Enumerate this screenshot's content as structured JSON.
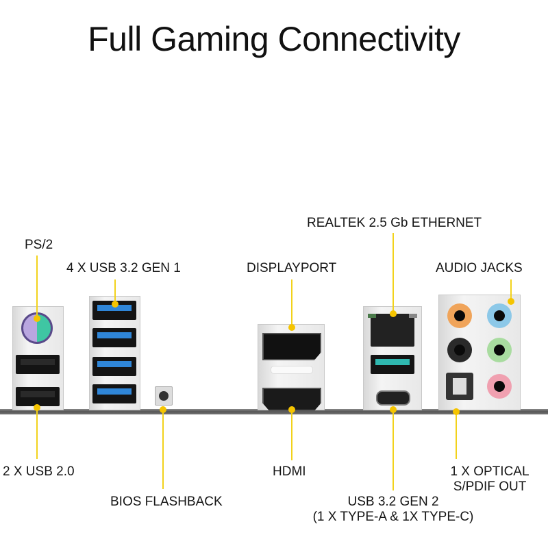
{
  "title": "Full Gaming Connectivity",
  "labels": {
    "ps2": "PS/2",
    "usb32_gen1": "4 X USB 3.2 GEN 1",
    "displayport": "DISPLAYPORT",
    "ethernet": "REALTEK 2.5 Gb ETHERNET",
    "audio_jacks": "AUDIO JACKS",
    "usb20": "2 X USB 2.0",
    "bios_flashback": "BIOS FLASHBACK",
    "hdmi": "HDMI",
    "usb32_gen2_line1": "USB 3.2 GEN 2",
    "usb32_gen2_line2": "(1 X TYPE-A & 1X TYPE-C)",
    "optical_line1": "1 X OPTICAL",
    "optical_line2": "S/PDIF OUT"
  },
  "colors": {
    "callout": "#f5c400",
    "usb3_blue": "#2f86d8",
    "usb_gen2_teal": "#2fb8b0",
    "ps2_purple": "#b9a6e0",
    "ps2_green": "#3fc6a3",
    "audio_orange": "#f0a45a",
    "audio_blue": "#8cc8e8",
    "audio_black": "#2a2a2a",
    "audio_green": "#a9dca0",
    "audio_pink": "#f0a0b0"
  }
}
